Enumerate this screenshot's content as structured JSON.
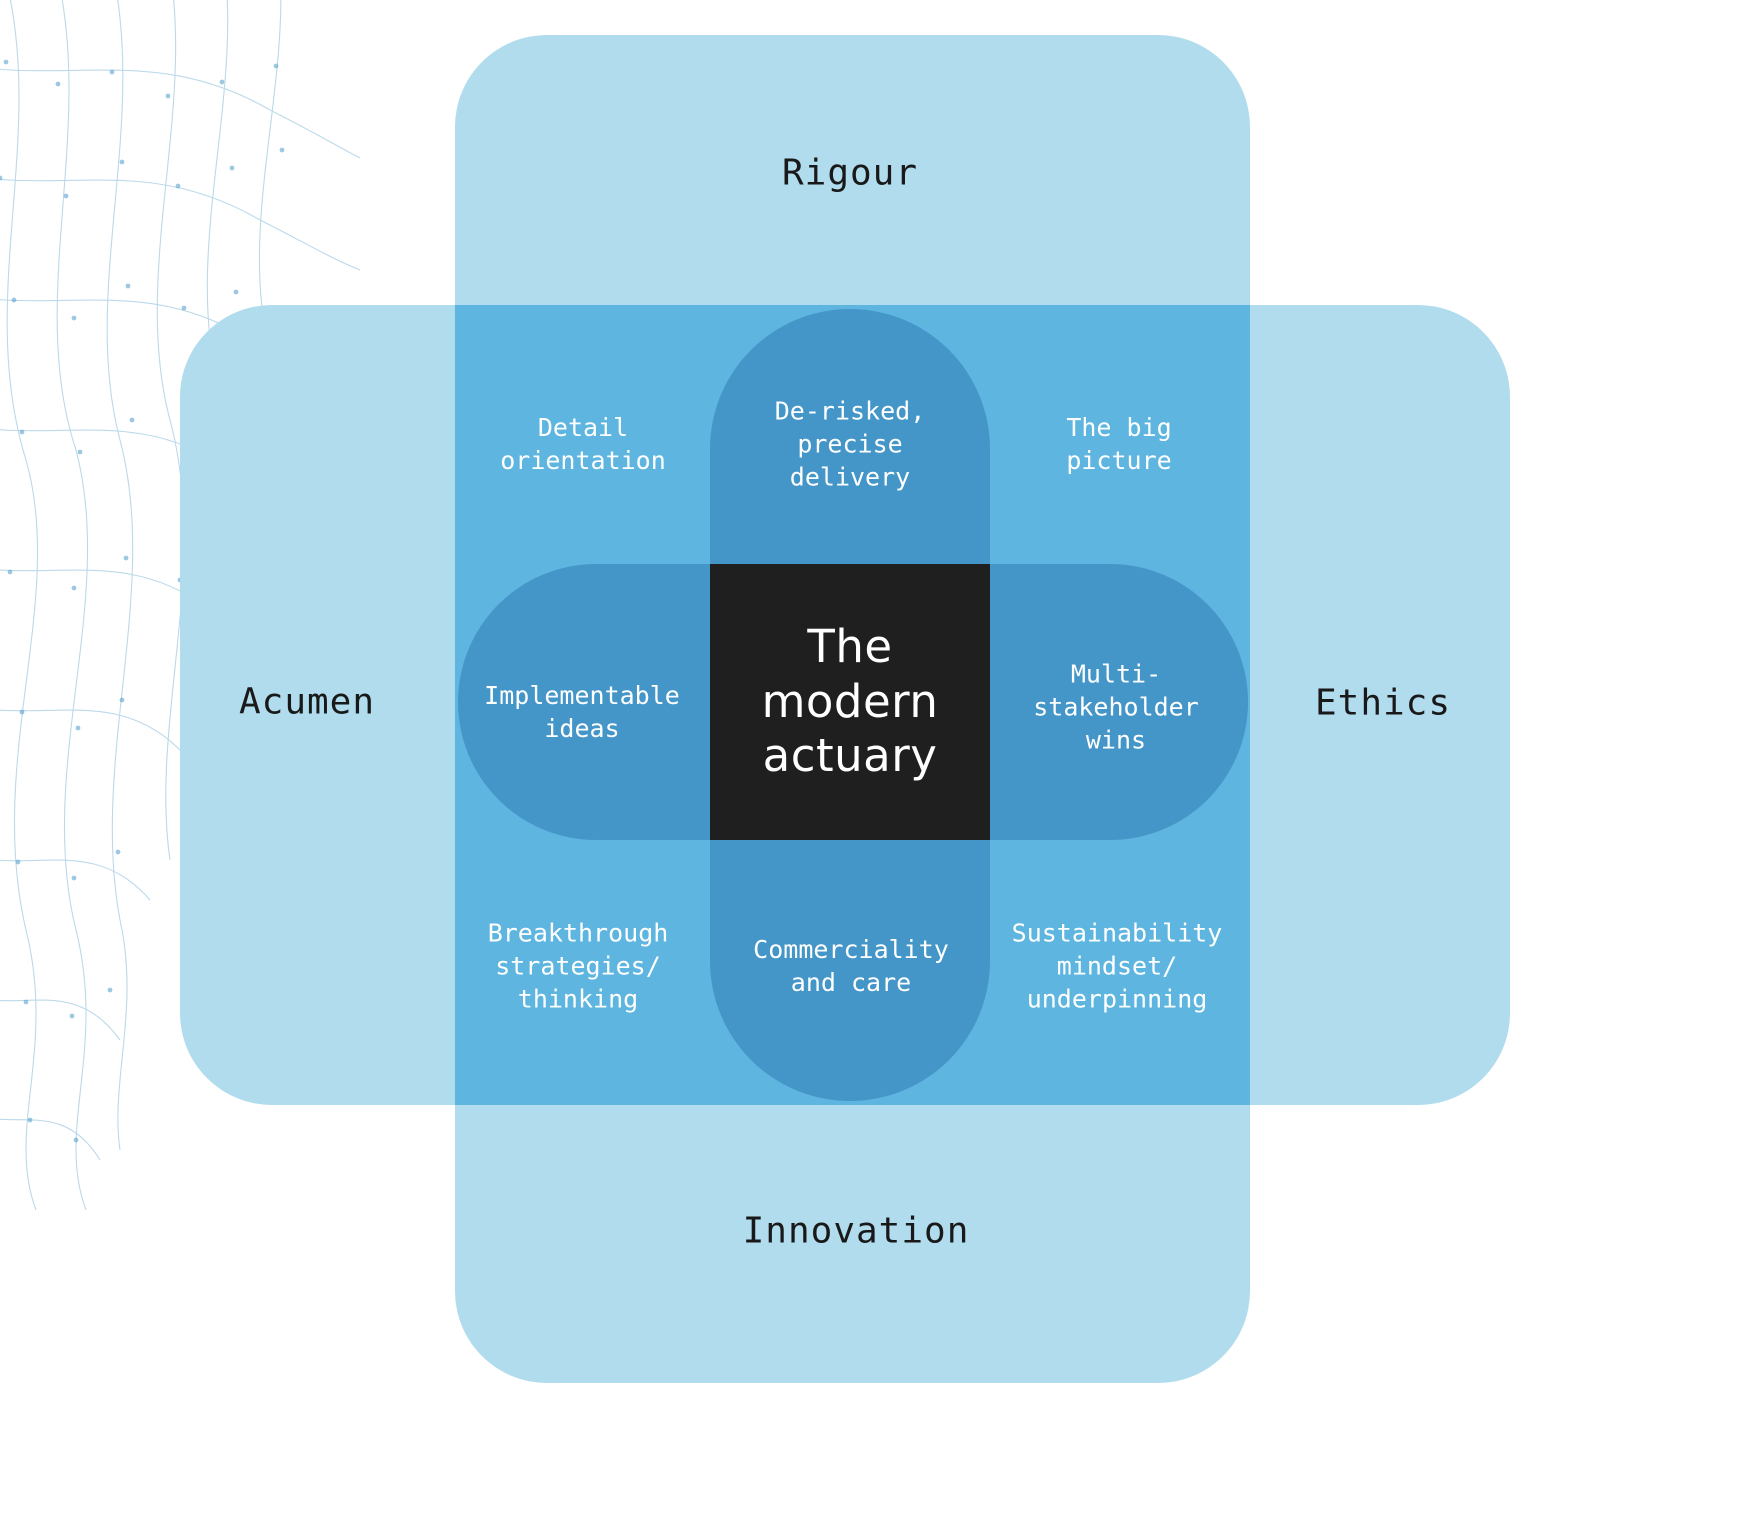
{
  "diagram": {
    "center_title": "The\nmodern\nactuary",
    "axis_labels": {
      "top": "Rigour",
      "left": "Acumen",
      "right": "Ethics",
      "bottom": "Innovation"
    },
    "cells": {
      "top_left": "Detail\norientation",
      "top_center": "De-risked,\nprecise\ndelivery",
      "top_right": "The big\npicture",
      "mid_left": "Implementable\nideas",
      "mid_right": "Multi-\nstakeholder\nwins",
      "bottom_left": "Breakthrough\nstrategies/\nthinking",
      "bottom_center": "Commerciality\nand care",
      "bottom_right": "Sustainability\nmindset/\nunderpinning"
    },
    "colors": {
      "band_light_blue": "#b0dcee",
      "overlap_medium_blue": "#5eb5e0",
      "pill_dark_blue": "#4496c8",
      "center_black": "#1f1f1f",
      "axis_text": "#191919",
      "cell_text": "#ffffff",
      "background": "#ffffff",
      "mesh_line": "#79b4d6"
    }
  }
}
